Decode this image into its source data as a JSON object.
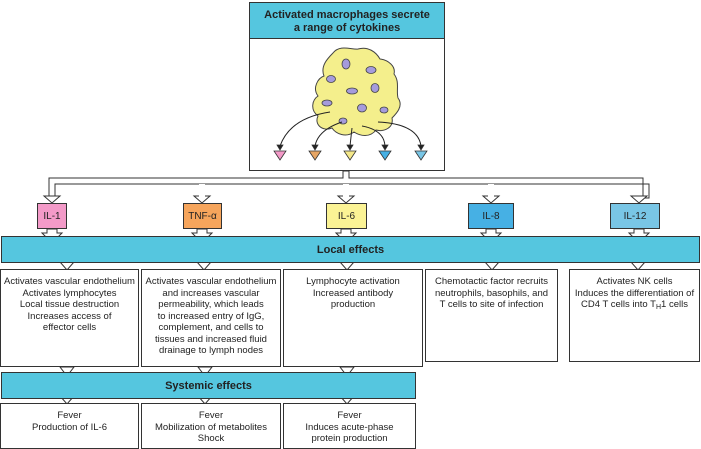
{
  "top": {
    "title_line1": "Activated macrophages secrete",
    "title_line2": "a range of cytokines"
  },
  "cytokines": [
    {
      "label": "IL-1",
      "color": "#f39ac8"
    },
    {
      "label": "TNF-α",
      "color": "#f6a55c"
    },
    {
      "label": "IL-6",
      "color": "#fbf395"
    },
    {
      "label": "IL-8",
      "color": "#46b0e4"
    },
    {
      "label": "IL-12",
      "color": "#79c6e6"
    }
  ],
  "secretion_colors": [
    "#f39ac8",
    "#e6a564",
    "#f4e88a",
    "#46b0e4",
    "#79c6e6"
  ],
  "cell": {
    "body_color": "#f4ef8c",
    "nucleus_color": "#a59bdc"
  },
  "banner_color": "#55c6df",
  "local": {
    "title": "Local effects",
    "effects": [
      [
        "Activates vascular endothelium",
        "Activates lymphocytes",
        "Local tissue destruction",
        "Increases access of",
        "effector cells"
      ],
      [
        "Activates vascular endothelium",
        "and increases vascular",
        "permeability, which leads",
        "to increased entry of IgG,",
        "complement, and cells to",
        "tissues and increased fluid",
        "drainage to lymph nodes"
      ],
      [
        "Lymphocyte activation",
        "Increased antibody",
        "production"
      ],
      [
        "Chemotactic factor recruits",
        "neutrophils, basophils, and",
        "T cells to site of infection"
      ],
      [
        "Activates NK cells",
        "Induces the differentiation of",
        "CD4 T cells into TH1 cells"
      ]
    ]
  },
  "systemic": {
    "title": "Systemic effects",
    "effects": [
      [
        "Fever",
        "Production of IL-6"
      ],
      [
        "Fever",
        "Mobilization of metabolites",
        "Shock"
      ],
      [
        "Fever",
        "Induces acute-phase",
        "protein production"
      ]
    ]
  }
}
